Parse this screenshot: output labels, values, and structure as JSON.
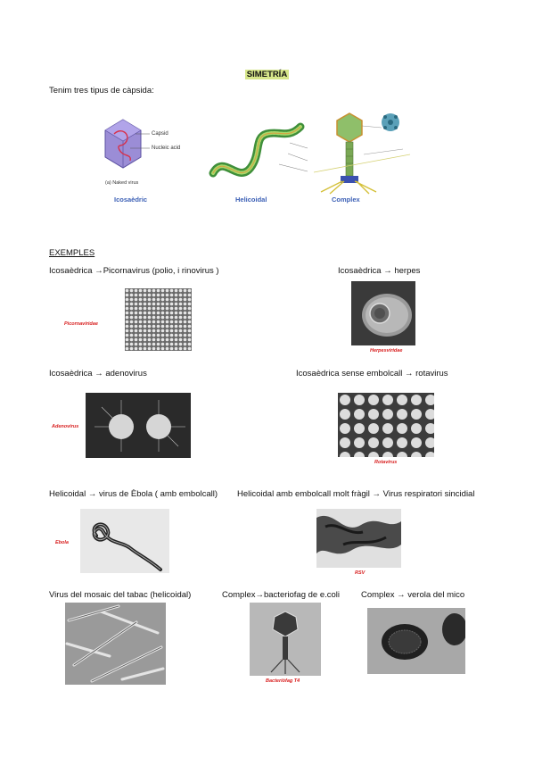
{
  "title": "SIMETRÍA",
  "intro": "Tenim tres tipus de càpsida:",
  "capsid_types": {
    "icosahedral": {
      "caption": "Icosaèdric",
      "label_capsid": "Capsid",
      "label_nucleic": "Nucleic acid",
      "label_naked": "(a) Naked virus"
    },
    "helical": {
      "caption": "Helicoidal"
    },
    "complex": {
      "caption": "Complex"
    }
  },
  "examples_heading": "EXEMPLES",
  "examples": {
    "picornavirus": {
      "text": "Icosaèdrica →Picornavirus (polio, i rinovirus )",
      "label": "Picornaviridae"
    },
    "herpes": {
      "text": "Icosaèdrica → herpes",
      "label": "Herpesviridae"
    },
    "adenovirus": {
      "text": "Icosaèdrica → adenovirus",
      "label": "Adenovirus"
    },
    "rotavirus": {
      "text": "Icosaèdrica sense embolcall → rotavirus",
      "label": "Rotavirus"
    },
    "ebola": {
      "text": "Helicoidal → virus de Èbola ( amb embolcall)",
      "label": "Ebola"
    },
    "rsv": {
      "text": "Helicoidal amb embolcall molt fràgil → Virus respiratori sincidial",
      "label": "RSV"
    },
    "tobacco": {
      "text": "Virus del mosaic del tabac (helicoidal)"
    },
    "t4": {
      "text": "Complex→bacteriofag de e.coli",
      "label": "Bacteriòfag T4"
    },
    "monkeypox": {
      "text": "Complex → verola del mico"
    }
  }
}
